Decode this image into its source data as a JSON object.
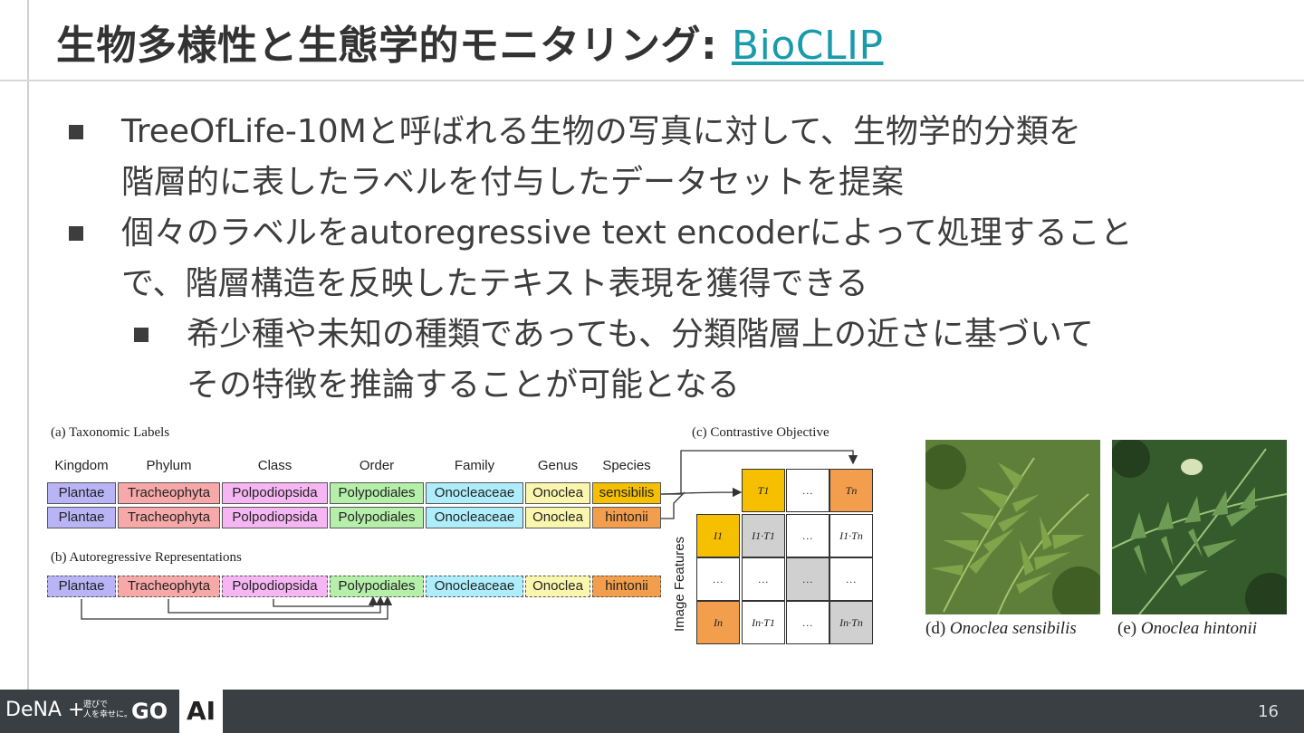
{
  "slide": {
    "title_main": "生物多様性と生態学的モニタリング: ",
    "title_link": "BioCLIP",
    "bullets": [
      {
        "level": 1,
        "lines": [
          "TreeOfLife-10Mと呼ばれる生物の写真に対して、生物学的分類を",
          "階層的に表したラベルを付与したデータセットを提案"
        ]
      },
      {
        "level": 1,
        "lines": [
          "個々のラベルをautoregressive text encoderによって処理すること",
          "で、階層構造を反映したテキスト表現を獲得できる"
        ]
      },
      {
        "level": 2,
        "lines": [
          "希少種や未知の種類であっても、分類階層上の近さに基づいて",
          "その特徴を推論することが可能となる"
        ]
      }
    ],
    "page_number": "16"
  },
  "figure": {
    "caption_a": "(a) Taxonomic Labels",
    "caption_b": "(b) Autoregressive Representations",
    "caption_c": "(c) Contrastive Objective",
    "ranks": [
      "Kingdom",
      "Phylum",
      "Class",
      "Order",
      "Family",
      "Genus",
      "Species"
    ],
    "row1": [
      "Plantae",
      "Tracheophyta",
      "Polpodiopsida",
      "Polypodiales",
      "Onocleaceae",
      "Onoclea",
      "sensibilis"
    ],
    "row2": [
      "Plantae",
      "Tracheophyta",
      "Polpodiopsida",
      "Polypodiales",
      "Onocleaceae",
      "Onoclea",
      "hintonii"
    ],
    "row3": [
      "Plantae",
      "Tracheophyta",
      "Polpodiopsida",
      "Polypodiales",
      "Onocleaceae",
      "Onoclea",
      "hintonii"
    ],
    "rank_colors": [
      "#b9b4f5",
      "#f7a8a8",
      "#f6b6f3",
      "#b5efaa",
      "#aeeefc",
      "#fbf6ae",
      "#f8a85c"
    ],
    "species_colors": [
      "#f6c000",
      "#f29e4c"
    ],
    "image_features_label": "Image Features",
    "matrix": {
      "top": [
        "T1",
        "…",
        "Tn"
      ],
      "left": [
        "I1",
        "…",
        "In"
      ],
      "cells": [
        [
          "I1·T1",
          "…",
          "I1·Tn"
        ],
        [
          "…",
          "…",
          "…"
        ],
        [
          "In·T1",
          "…",
          "In·Tn"
        ]
      ]
    },
    "photo_caption_d_prefix": "(d) ",
    "photo_caption_d_name": "Onoclea sensibilis",
    "photo_caption_e_prefix": "(e) ",
    "photo_caption_e_name": "Onoclea hintonii"
  },
  "footer": {
    "logo_dena": "DeNA",
    "logo_plus": "+",
    "logo_small_1": "遊びで",
    "logo_small_2": "人を幸せに。",
    "logo_go": "GO",
    "logo_ai": "AI"
  }
}
